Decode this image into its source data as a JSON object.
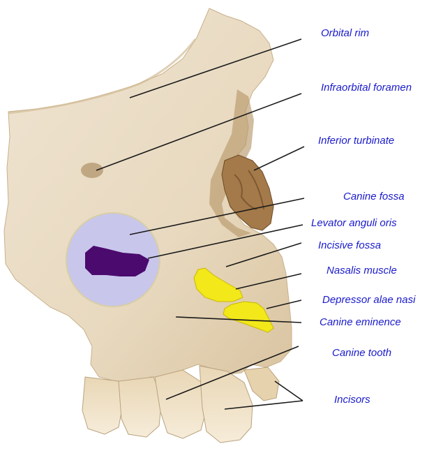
{
  "labels": {
    "orbital_rim": "Orbital rim",
    "infraorbital_foramen": "Infraorbital foramen",
    "inferior_turbinate": "Inferior turbinate",
    "canine_fossa": "Canine fossa",
    "levator_anguli_oris": "Levator anguli oris",
    "incisive_fossa": "Incisive fossa",
    "nasalis_muscle": "Nasalis muscle",
    "depressor_alae_nasi": "Depressor alae nasi",
    "canine_eminence": "Canine eminence",
    "canine_tooth": "Canine tooth",
    "incisors": "Incisors"
  },
  "colors": {
    "label_text": "#1a1acc",
    "leader_line": "#1a1a1a",
    "bone": "#eadcc6",
    "bone_shadow": "#cdb896",
    "tooth": "#f3e6cf",
    "canine_fossa_disc": "#c9c6ec",
    "levator_patch": "#4b0a6e",
    "muscle_patch": "#f2e81a"
  }
}
